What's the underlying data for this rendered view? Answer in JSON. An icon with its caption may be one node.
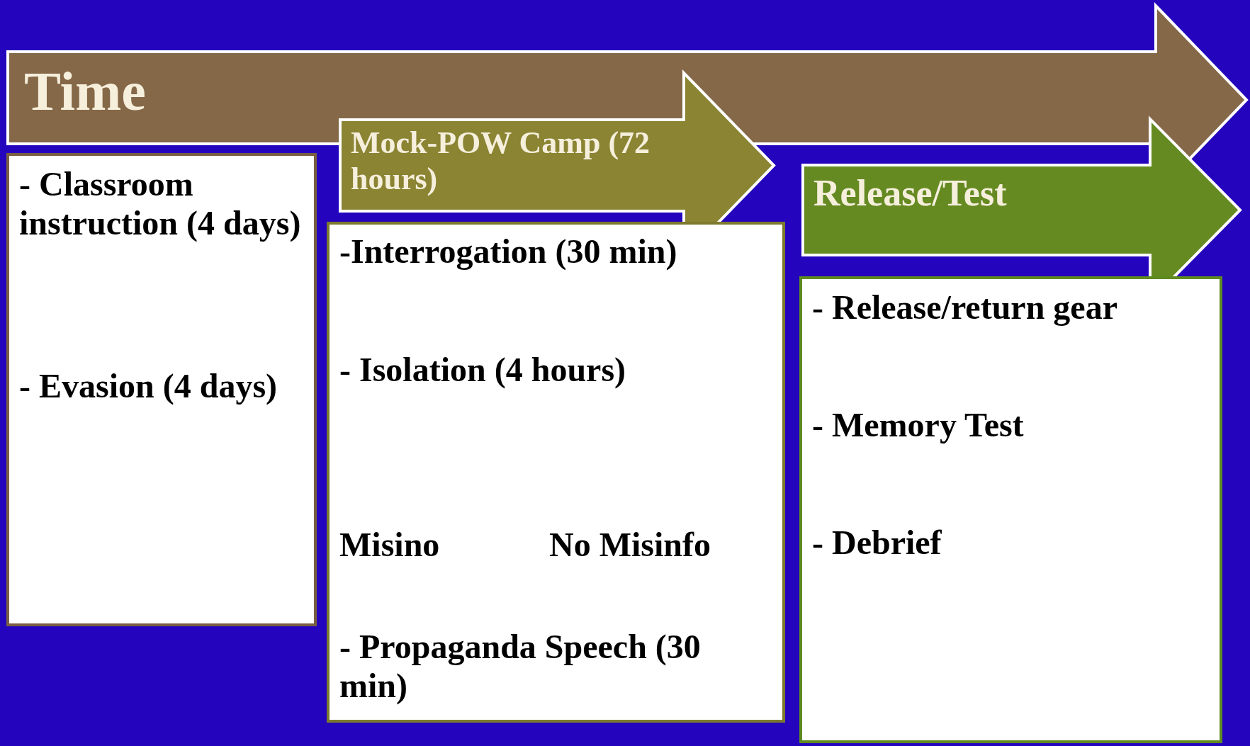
{
  "diagram": {
    "nodes": [
      {
        "text": [
          "Time"
        ]
      },
      {
        "text": [
          "- Classroom instruction (4 days)",
          "- Evasion (4 days)"
        ]
      },
      {
        "text": [
          "Mock-POW Camp (72 hours)"
        ]
      },
      {
        "text": [
          "-Interrogation (30 min)",
          "- Isolation (4 hours)",
          "Misino",
          "No Misinfo",
          "- Propaganda Speech (30 min)"
        ]
      },
      {
        "text": [
          "Release/Test"
        ]
      },
      {
        "text": [
          "- Release/return gear",
          "- Memory Test",
          "- Debrief"
        ]
      }
    ]
  }
}
